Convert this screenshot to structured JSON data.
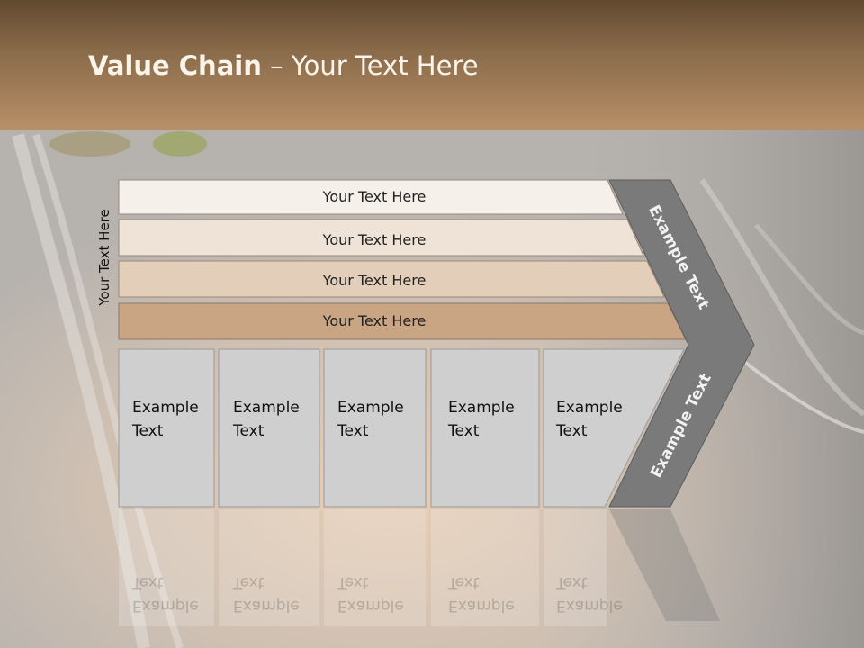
{
  "title": {
    "bold": "Value Chain",
    "rest": " – Your Text Here"
  },
  "side_label": "Your Text Here",
  "rows": [
    "Your Text Here",
    "Your Text Here",
    "Your Text Here",
    "Your Text Here"
  ],
  "boxes": [
    {
      "line1": "Example",
      "line2": "Text"
    },
    {
      "line1": "Example",
      "line2": "Text"
    },
    {
      "line1": "Example",
      "line2": "Text"
    },
    {
      "line1": "Example",
      "line2": "Text"
    },
    {
      "line1": "Example",
      "line2": "Text"
    }
  ],
  "arrow_top": "Example Text",
  "arrow_bottom": "Example Text",
  "colors": {
    "header": "#8a6b4a",
    "row1": "#f6f0ea",
    "row2": "#eee3d6",
    "row3": "#e3cfb9",
    "row4": "#c9a584",
    "box": "#cfcfcf",
    "chevron": "#7a7a7a"
  }
}
